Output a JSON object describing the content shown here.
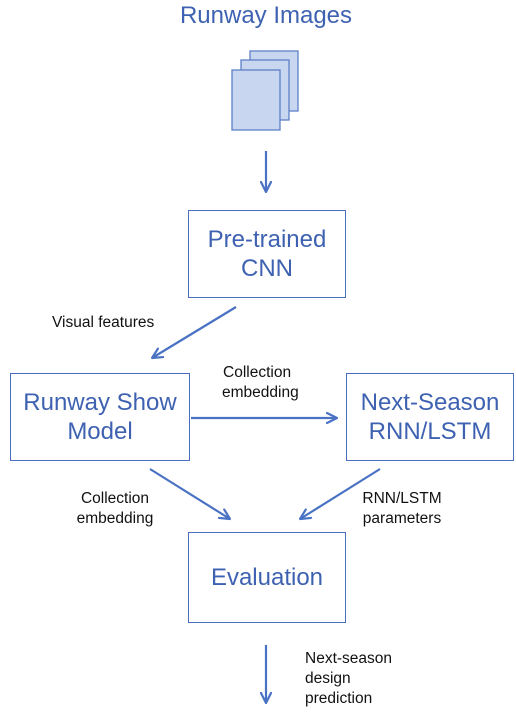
{
  "title": "Runway Images",
  "nodes": {
    "cnn": {
      "line1": "Pre-trained",
      "line2": "CNN"
    },
    "runway_show_model": {
      "line1": "Runway Show",
      "line2": "Model"
    },
    "next_season_rnn": {
      "line1": "Next-Season",
      "line2": "RNN/LSTM"
    },
    "evaluation": {
      "line1": "Evaluation"
    }
  },
  "edges": {
    "visual_features": "Visual features",
    "collection_embedding_top": {
      "line1": "Collection",
      "line2": "embedding"
    },
    "collection_embedding_bottom": {
      "line1": "Collection",
      "line2": "embedding"
    },
    "rnn_parameters": {
      "line1": "RNN/LSTM",
      "line2": "parameters"
    },
    "prediction": {
      "line1": "Next-season",
      "line2": "design",
      "line3": "prediction"
    }
  },
  "colors": {
    "accent": "#3e62b1",
    "box_border": "#4a6fc0",
    "arrow": "#4a72c4",
    "label_text": "#111111"
  },
  "icons": [
    "document-stack-icon"
  ]
}
